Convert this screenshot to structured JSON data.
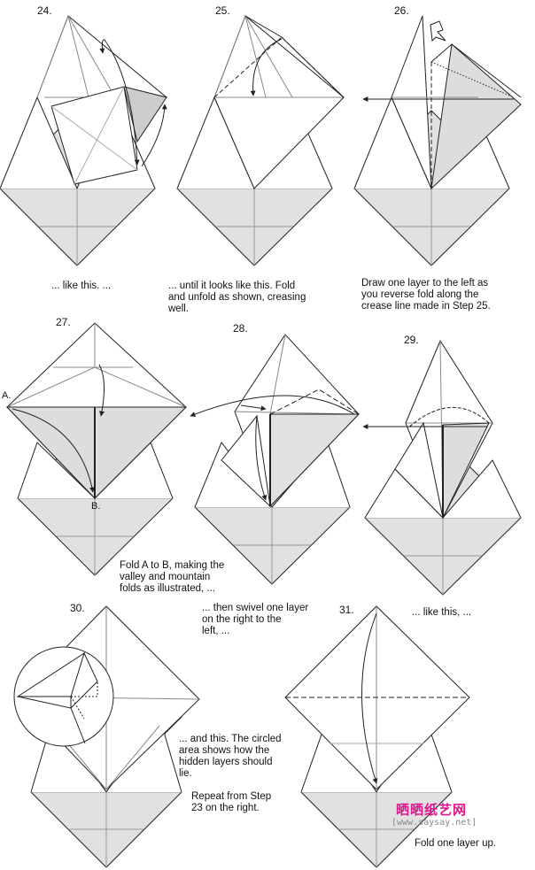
{
  "steps": [
    {
      "number": "24.",
      "caption": "... like this. ..."
    },
    {
      "number": "25.",
      "caption": "... until it looks like this. Fold\nand unfold as shown, creasing\nwell."
    },
    {
      "number": "26.",
      "caption": "Draw one layer to the left as\nyou reverse fold along the\ncrease line made in Step  25."
    },
    {
      "number": "27.",
      "caption": "Fold A to B, making the\nvalley and mountain\nfolds as illustrated, ...",
      "point_labels": [
        "A.",
        "B."
      ]
    },
    {
      "number": "28.",
      "caption": "... then swivel one layer\non the right to the\nleft, ..."
    },
    {
      "number": "29.",
      "caption": "... like this, ..."
    },
    {
      "number": "30.",
      "caption": "... and this. The circled\narea shows how the\nhidden layers should\nlie.",
      "caption2": "Repeat from Step\n23 on the right."
    },
    {
      "number": "31.",
      "caption": "Fold one layer up."
    }
  ],
  "watermark": {
    "site_name": "晒晒纸艺网",
    "url": "[www.saysay.net]"
  },
  "colors": {
    "paper_shade": "#e1e1e1",
    "line": "#222222",
    "crease": "#888888",
    "watermark": "#e1158d"
  }
}
